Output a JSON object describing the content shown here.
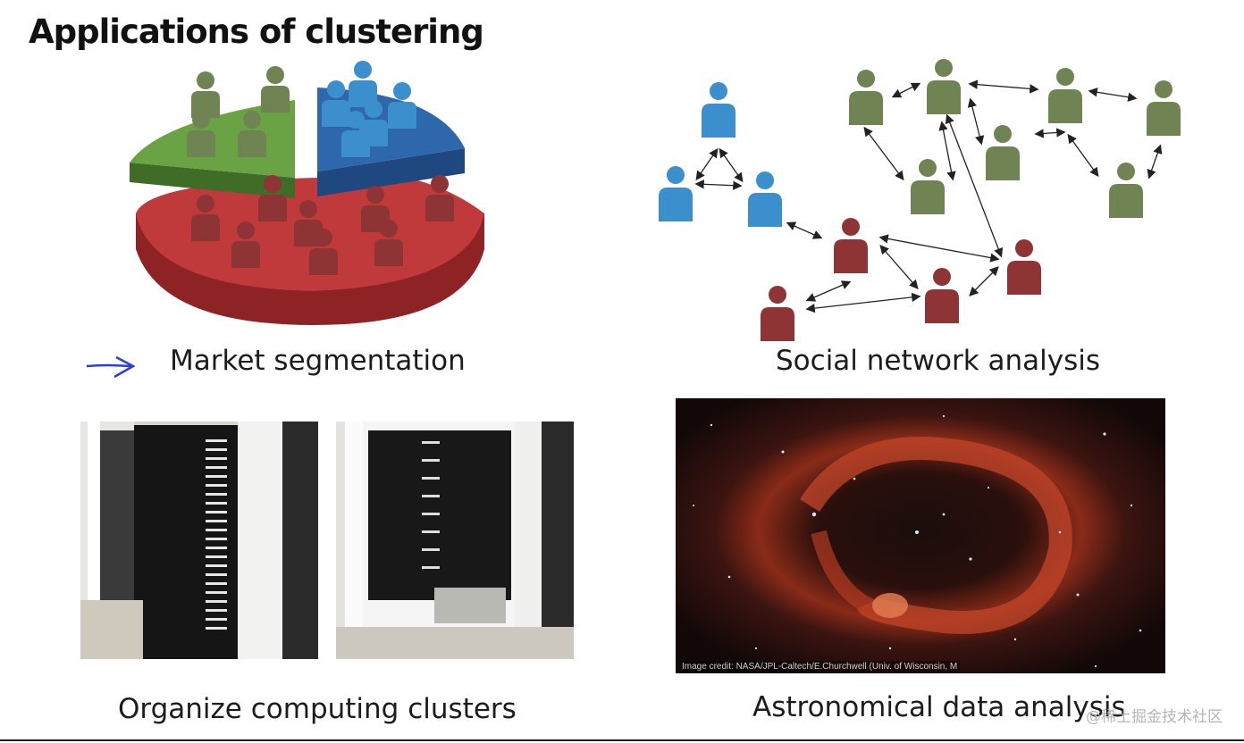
{
  "slide": {
    "title": "Applications of clustering",
    "captions": {
      "market": "Market segmentation",
      "social": "Social network analysis",
      "computing": "Organize computing clusters",
      "astro": "Astronomical data analysis"
    },
    "astro_credit": "Image credit: NASA/JPL-Caltech/E.Churchwell (Univ. of Wisconsin, M",
    "watermark": "@稀土掘金技术社区"
  },
  "colors": {
    "green_group": "#6f8452",
    "blue_group": "#3a8fcc",
    "red_group": "#8f3434",
    "pie_green": "#6aa343",
    "pie_blue": "#2f67ad",
    "pie_red": "#c0393b",
    "pen_blue": "#2b3fd6"
  }
}
